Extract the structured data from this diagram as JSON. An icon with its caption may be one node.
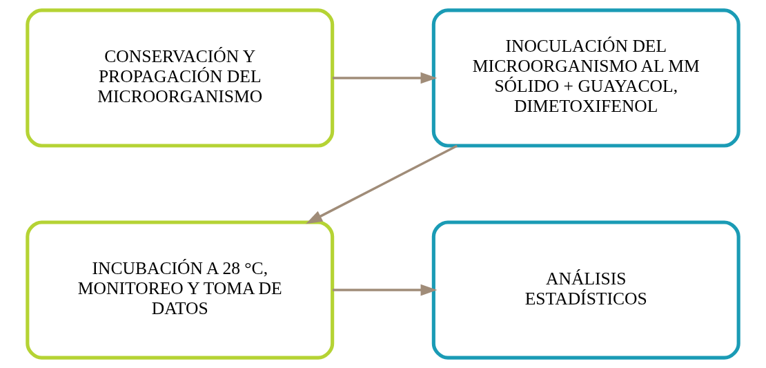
{
  "diagram": {
    "nodes": [
      {
        "text": [
          "CONSERVACIÓN Y PROPAGACIÓN DEL MICROORGANISMO"
        ]
      },
      {
        "text": [
          "INOCULACIÓN DEL MICROORGANISMO AL MM SÓLIDO + GUAYACOL, DIMETOXIFENOL"
        ]
      },
      {
        "text": [
          "INCUBACIÓN A 28 °C, MONITOREO Y TOMA DE DATOS"
        ]
      },
      {
        "text": [
          "ANÁLISIS ESTADÍSTICOS"
        ]
      }
    ],
    "edges": [
      {
        "from": 0,
        "to": 1,
        "arrow": "to"
      },
      {
        "from": 1,
        "to": 2,
        "arrow": "to"
      },
      {
        "from": 2,
        "to": 3,
        "arrow": "to"
      }
    ]
  }
}
